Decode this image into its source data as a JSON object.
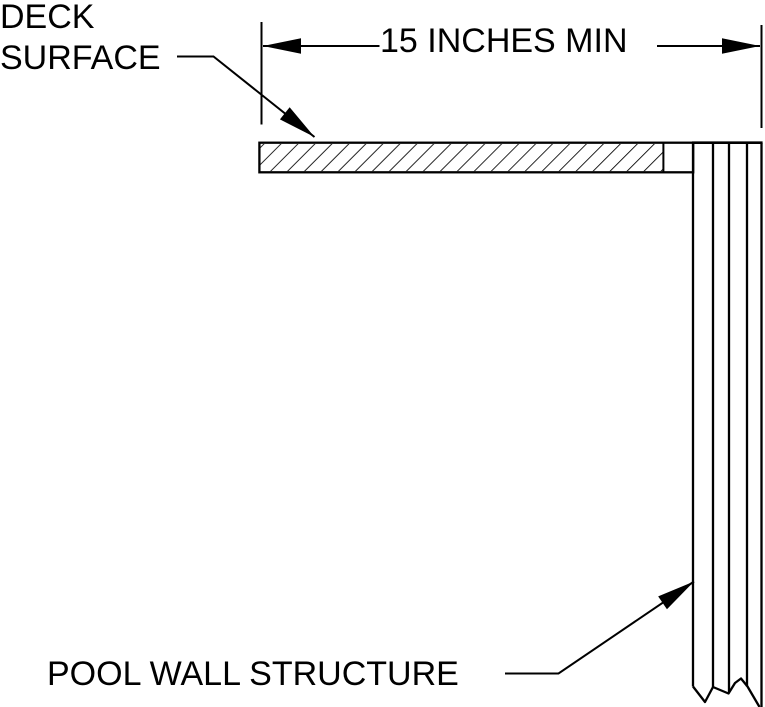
{
  "labels": {
    "deck_line1": "DECK",
    "deck_line2": "SURFACE",
    "dimension": "15 INCHES MIN",
    "pool_wall": "POOL WALL STRUCTURE"
  },
  "colors": {
    "line": "#000000",
    "background": "#ffffff"
  },
  "diagram": {
    "type": "construction-detail",
    "subject": "pool deck edge at pool wall",
    "dimension_min_inches": 15
  }
}
